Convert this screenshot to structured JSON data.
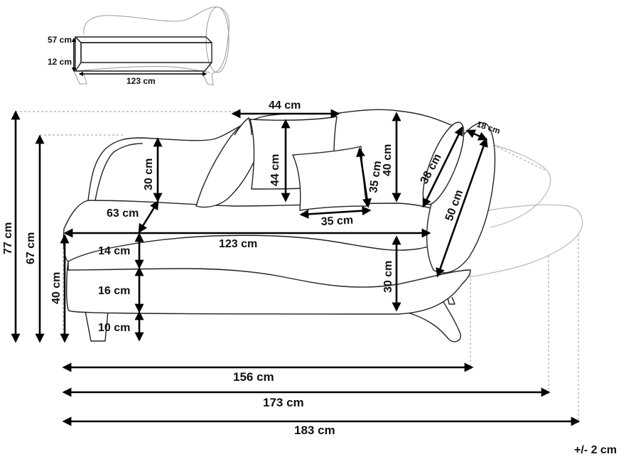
{
  "dimensions": {
    "top_height": "57 cm",
    "top_base": "12 cm",
    "top_length": "123 cm",
    "pillow_top_width": "44 cm",
    "pillow_top_height": "44 cm",
    "back_height": "30 cm",
    "back_right_height": "40 cm",
    "small_pillow_height": "35 cm",
    "small_pillow_width": "35 cm",
    "bolster_length": "38 cm",
    "bolster_diameter": "18 cm",
    "bolster_long": "50 cm",
    "seat_depth": "63 cm",
    "seat_length": "123 cm",
    "overall_height": "77 cm",
    "arm_height": "67 cm",
    "seat_height": "40 cm",
    "cushion": "14 cm",
    "base": "16 cm",
    "legs": "10 cm",
    "right_depth": "30 cm",
    "length_156": "156 cm",
    "length_173": "173 cm",
    "length_183": "183 cm",
    "tolerance": "+/- 2 cm"
  }
}
